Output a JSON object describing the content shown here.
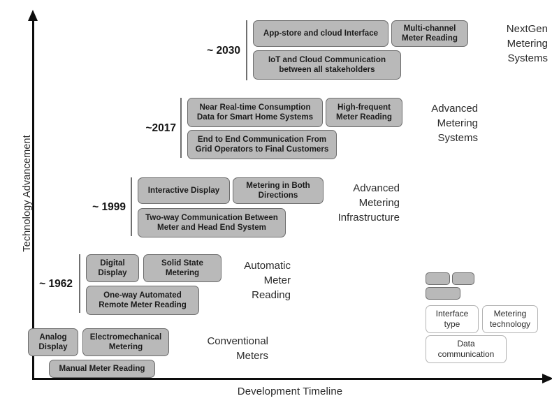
{
  "axes": {
    "y_label": "Technology Advancement",
    "x_label": "Development Timeline"
  },
  "eras": [
    {
      "year": "~ 2030",
      "title": "NextGen\nMetering\nSystems",
      "interface_type": "App-store and cloud Interface",
      "metering_technology": "Multi-channel\nMeter Reading",
      "data_communication": "IoT and Cloud Communication\nbetween all stakeholders"
    },
    {
      "year": "~2017",
      "title": "Advanced\nMetering\nSystems",
      "interface_type": "Near Real-time Consumption\nData for Smart Home Systems",
      "metering_technology": "High-frequent\nMeter Reading",
      "data_communication": "End to End Communication From\nGrid Operators to Final Customers"
    },
    {
      "year": "~ 1999",
      "title": "Advanced\nMetering\nInfrastructure",
      "interface_type": "Interactive Display",
      "metering_technology": "Metering in Both\nDirections",
      "data_communication": "Two-way Communication Between\nMeter and Head End System"
    },
    {
      "year": "~ 1962",
      "title": "Automatic\nMeter\nReading",
      "interface_type": "Digital\nDisplay",
      "metering_technology": "Solid State\nMetering",
      "data_communication": "One-way Automated\nRemote Meter Reading"
    },
    {
      "year": "",
      "title": "Conventional\nMeters",
      "interface_type": "Analog\nDisplay",
      "metering_technology": "Electromechanical\nMetering",
      "data_communication": "Manual Meter Reading"
    }
  ],
  "legend": {
    "interface_type": "Interface\ntype",
    "metering_technology": "Metering\ntechnology",
    "data_communication": "Data\ncommunication"
  },
  "colors": {
    "box_fill": "#b9b9b9",
    "box_border": "#6c6c6c",
    "axis": "#0d0d0d",
    "divider": "#6f6f6f",
    "text": "#2b2b2b"
  }
}
